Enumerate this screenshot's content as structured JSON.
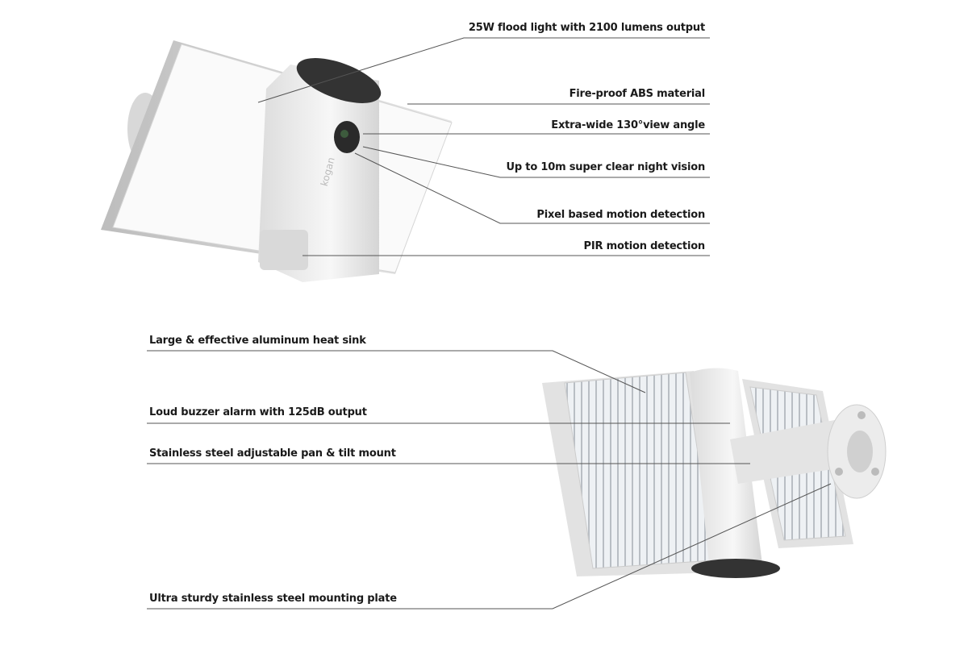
{
  "top_product": {
    "brand_mark": "kogan",
    "callouts": [
      "25W flood light with 2100 lumens output",
      "Fire-proof ABS material",
      "Extra-wide 130°view angle",
      "Up to 10m super clear night vision",
      "Pixel based motion detection",
      "PIR motion detection"
    ]
  },
  "bottom_product": {
    "callouts": [
      "Large & effective aluminum heat sink",
      "Loud buzzer alarm with 125dB output",
      "Stainless steel adjustable pan & tilt mount",
      "Ultra sturdy stainless steel mounting plate"
    ]
  },
  "colors": {
    "line": "#555555",
    "text": "#1a1a1a",
    "body": "#f2f2f2",
    "shade": "#c9c9c9",
    "lens": "#2a2a2a"
  }
}
